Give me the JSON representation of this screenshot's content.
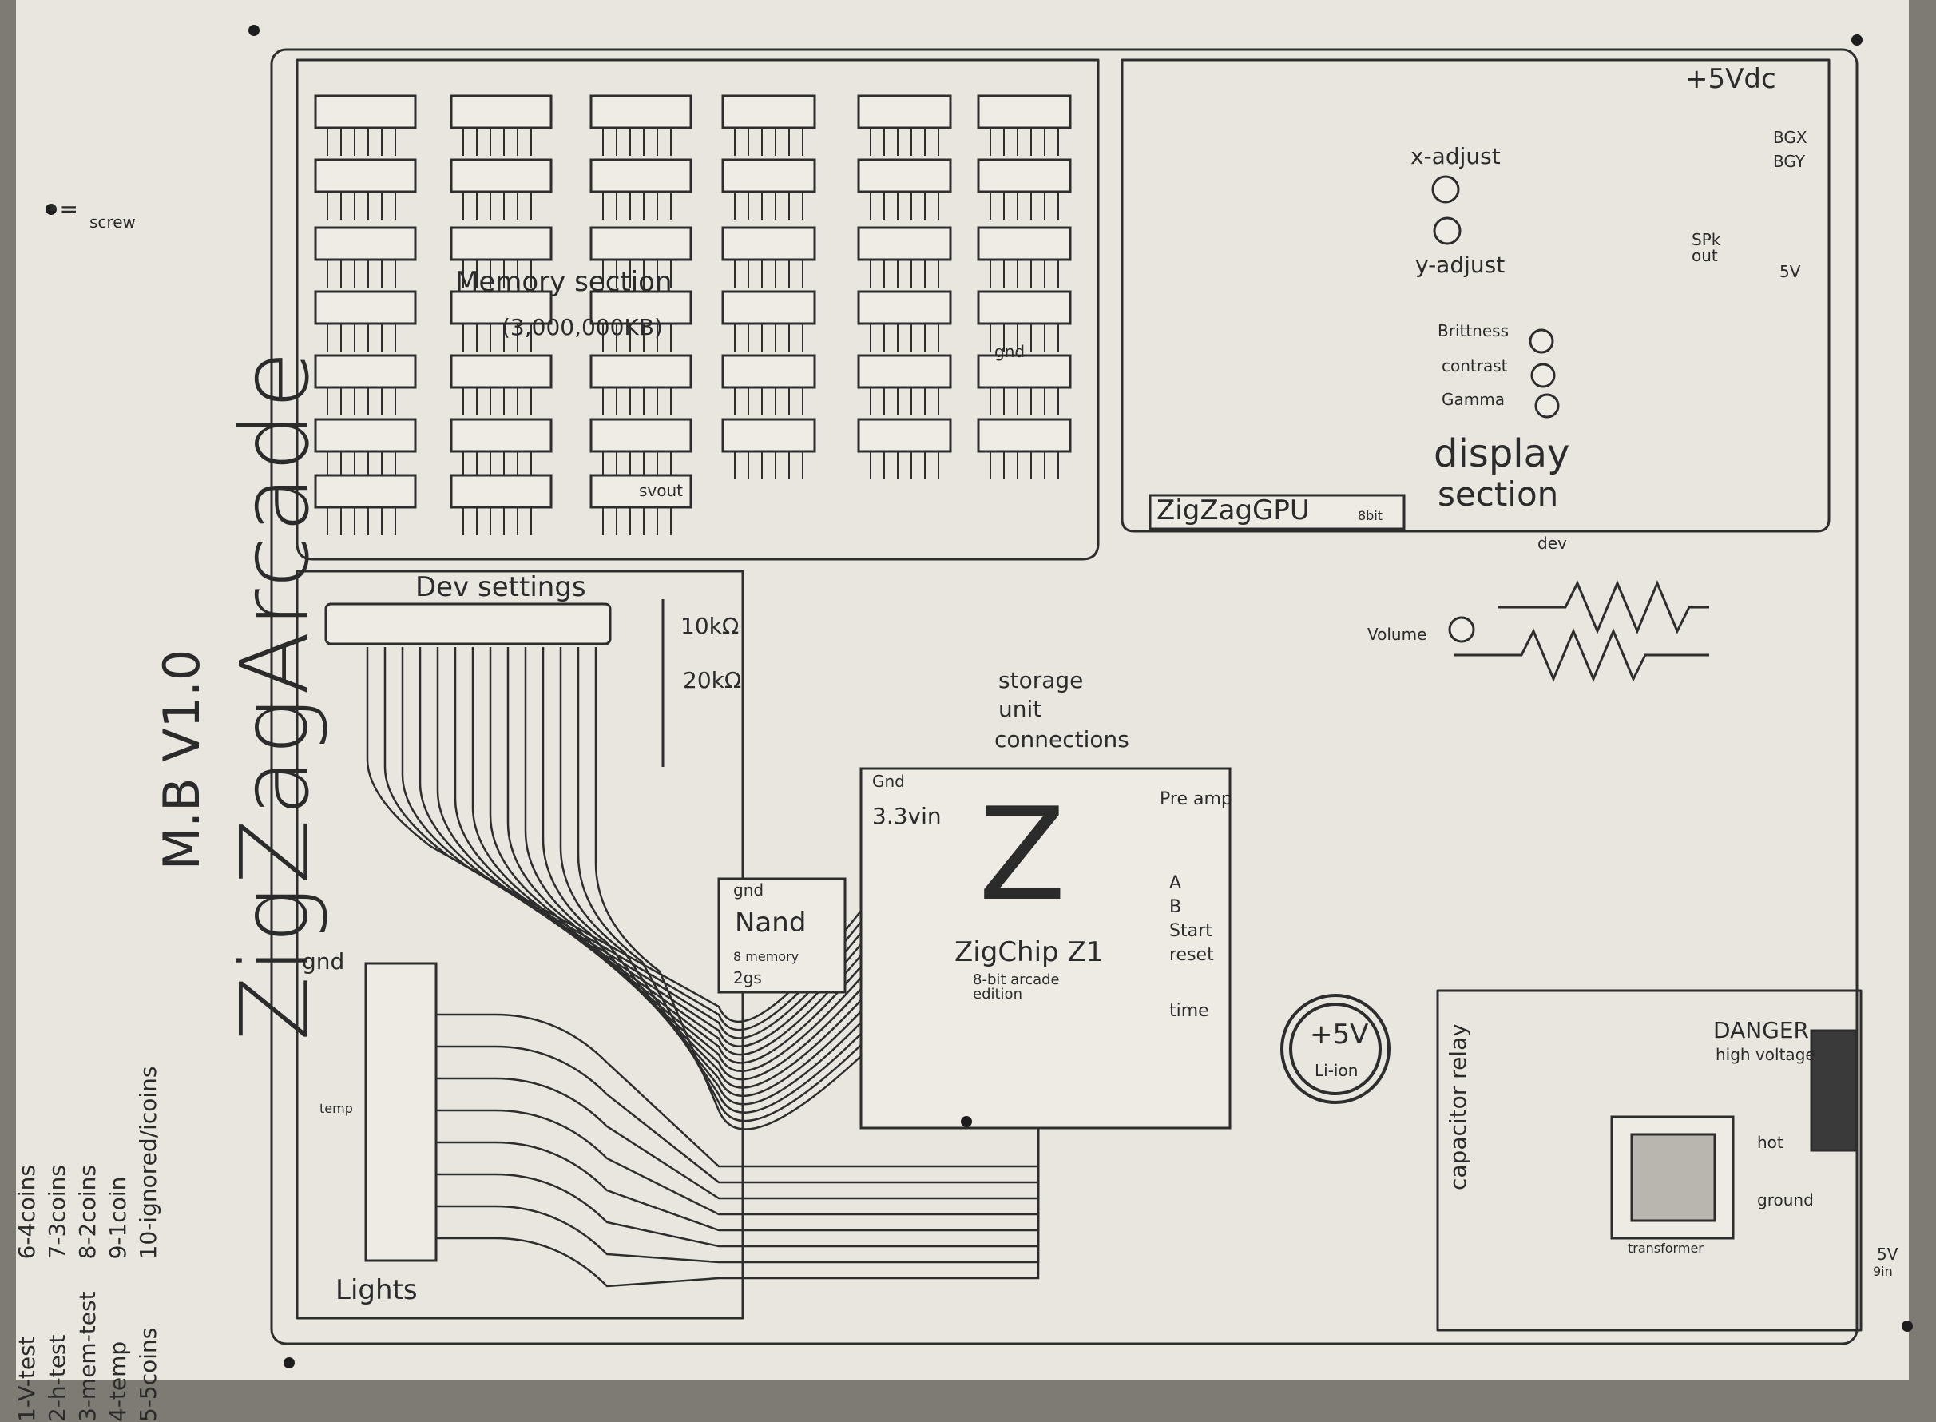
{
  "title": {
    "name": "ZigZagArcade",
    "version": "M.B V1.0"
  },
  "legend": {
    "symbol": "•=",
    "screw_label": "screw"
  },
  "coin_settings": {
    "col1": [
      "1-V-test",
      "2-h-test",
      "3-mem-test",
      "4-temp",
      "5-5coins"
    ],
    "col2": [
      "6-4coins",
      "7-3coins",
      "8-2coins",
      "9-1coin",
      "10-ignored/icoins"
    ]
  },
  "memory": {
    "title": "Memory section",
    "size": "(3,000,000KB)",
    "gnd_tag": "gnd",
    "svout_tag": "svout"
  },
  "dev_settings": {
    "title": "Dev settings"
  },
  "resistors": {
    "r1": "10kΩ",
    "r2": "20kΩ"
  },
  "storage": {
    "line1": "storage",
    "line2": "unit",
    "line3": "connections"
  },
  "chip": {
    "gnd": "Gnd",
    "vin": "3.3vin",
    "logo": "Z",
    "name": "ZigChip Z1",
    "edition": "8-bit arcade edition",
    "pins": [
      "Pre amp",
      "A",
      "B",
      "Start",
      "reset",
      "time"
    ]
  },
  "nand": {
    "gnd": "gnd",
    "name": "Nand",
    "sub1": "8 memory",
    "sub2": "2gs"
  },
  "lights": {
    "gnd": "gnd",
    "label": "Lights",
    "temp": "temp"
  },
  "battery": {
    "voltage": "+5V",
    "type": "Li-ion"
  },
  "gpu": {
    "name": "ZigZagGPU",
    "bits": "8bit"
  },
  "display": {
    "x_adjust": "x-adjust",
    "y_adjust": "y-adjust",
    "brightness": "Brittness",
    "contrast": "contrast",
    "gamma": "Gamma",
    "section_line1": "display",
    "section_line2": "section",
    "dev": "dev"
  },
  "power": {
    "vdc": "+5Vdc",
    "bgx": "BGX",
    "bgy": "BGY",
    "spk_out": "SPk out",
    "sv": "5V"
  },
  "audio": {
    "volume": "Volume"
  },
  "psu": {
    "danger": "DANGER",
    "high_voltage": "high voltage",
    "relay": "capacitor relay",
    "hot": "hot",
    "ground": "ground",
    "transformer": "transformer",
    "sv": "5V",
    "out": "9in"
  }
}
